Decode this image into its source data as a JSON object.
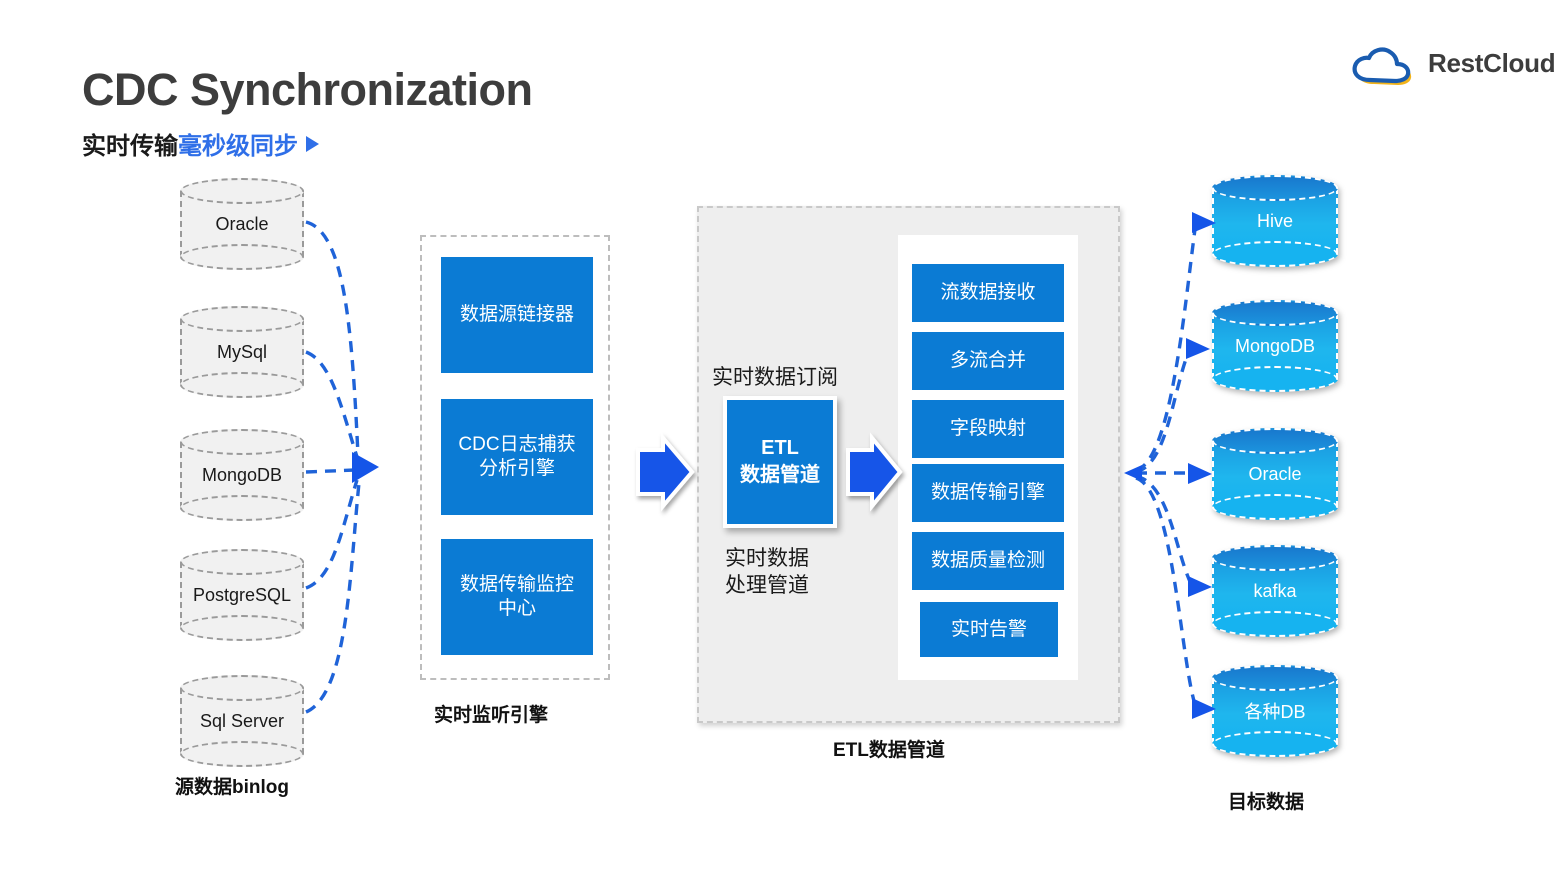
{
  "header": {
    "title": "CDC Synchronization",
    "subtitle_plain": "实时传输",
    "subtitle_highlight": "毫秒级同步",
    "logo_text": "RestCloud",
    "logo_icon": "cloud-icon"
  },
  "colors": {
    "accent_blue": "#0b7bd4",
    "arrow_blue": "#1555e8",
    "link_blue": "#1f63d8",
    "highlight_blue": "#2f6fe8",
    "title_gray": "#3d3d3d",
    "panel_gray": "#eeeeee",
    "dashed_gray": "#9a9a9a",
    "target_cyan": "#16b3f0",
    "logo_yellow": "#f2b31a"
  },
  "sources": {
    "caption": "源数据binlog",
    "items": [
      {
        "label": "Oracle"
      },
      {
        "label": "MySql"
      },
      {
        "label": "MongoDB"
      },
      {
        "label": "PostgreSQL"
      },
      {
        "label": "Sql Server"
      }
    ]
  },
  "listener": {
    "caption": "实时监听引擎",
    "boxes": [
      {
        "label": "数据源链接器"
      },
      {
        "label": "CDC日志捕获\n分析引擎"
      },
      {
        "label": "数据传输监控\n中心"
      }
    ]
  },
  "etl": {
    "caption": "ETL数据管道",
    "subscribe_label": "实时数据订阅",
    "core_line1": "ETL",
    "core_line2": "数据管道",
    "core_below_label": "实时数据\n处理管道",
    "stages": [
      {
        "label": "流数据接收"
      },
      {
        "label": "多流合并"
      },
      {
        "label": "字段映射"
      },
      {
        "label": "数据传输引擎"
      },
      {
        "label": "数据质量检测"
      },
      {
        "label": "实时告警"
      }
    ]
  },
  "targets": {
    "caption": "目标数据",
    "items": [
      {
        "label": "Hive"
      },
      {
        "label": "MongoDB"
      },
      {
        "label": "Oracle"
      },
      {
        "label": "kafka"
      },
      {
        "label": "各种DB"
      }
    ]
  },
  "arrows": {
    "stage_arrow_1": "right-block-arrow",
    "stage_arrow_2": "right-block-arrow"
  }
}
